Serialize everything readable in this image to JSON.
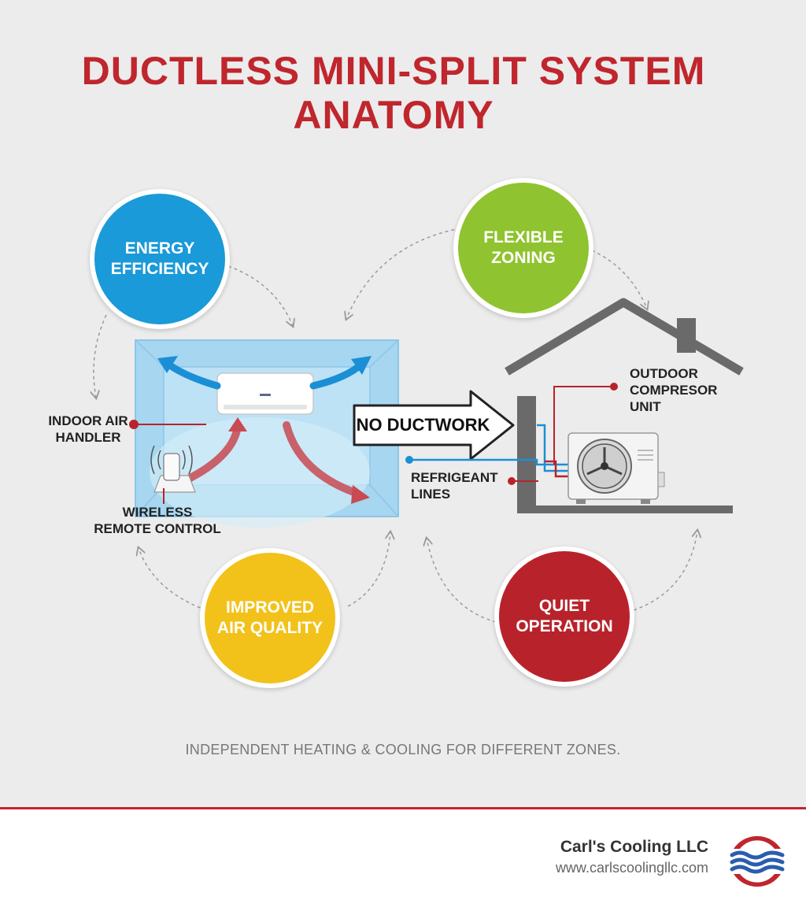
{
  "title": {
    "line1": "DUCTLESS MINI-SPLIT SYSTEM",
    "line2": "ANATOMY"
  },
  "benefits": {
    "energy": {
      "line1": "ENERGY",
      "line2": "EFFICIENCY",
      "color": "#1a9ad8"
    },
    "zoning": {
      "line1": "FLEXIBLE",
      "line2": "ZONING",
      "color": "#8fc32f"
    },
    "air": {
      "line1": "IMPROVED",
      "line2": "AIR QUALITY",
      "color": "#f2c21b"
    },
    "quiet": {
      "line1": "QUIET",
      "line2": "OPERATION",
      "color": "#b8232b"
    }
  },
  "labels": {
    "indoor_air_handler": {
      "line1": "INDOOR AIR",
      "line2": "HANDLER"
    },
    "wireless_remote": {
      "line1": "WIRELESS",
      "line2": "REMOTE CONTROL"
    },
    "no_ductwork": "NO DUCTWORK",
    "outdoor_unit": {
      "line1": "OUTDOOR",
      "line2": "COMPRESOR",
      "line3": "UNIT"
    },
    "refrigerant": {
      "line1": "REFRIGEANT",
      "line2": "LINES"
    }
  },
  "subtitle": "INDEPENDENT HEATING & COOLING FOR DIFFERENT ZONES.",
  "footer": {
    "company": "Carl's Cooling LLC",
    "website": "www.carlscoolingllc.com"
  },
  "colors": {
    "accent_red": "#c0262d",
    "cool_blue": "#1a8fd6"
  }
}
